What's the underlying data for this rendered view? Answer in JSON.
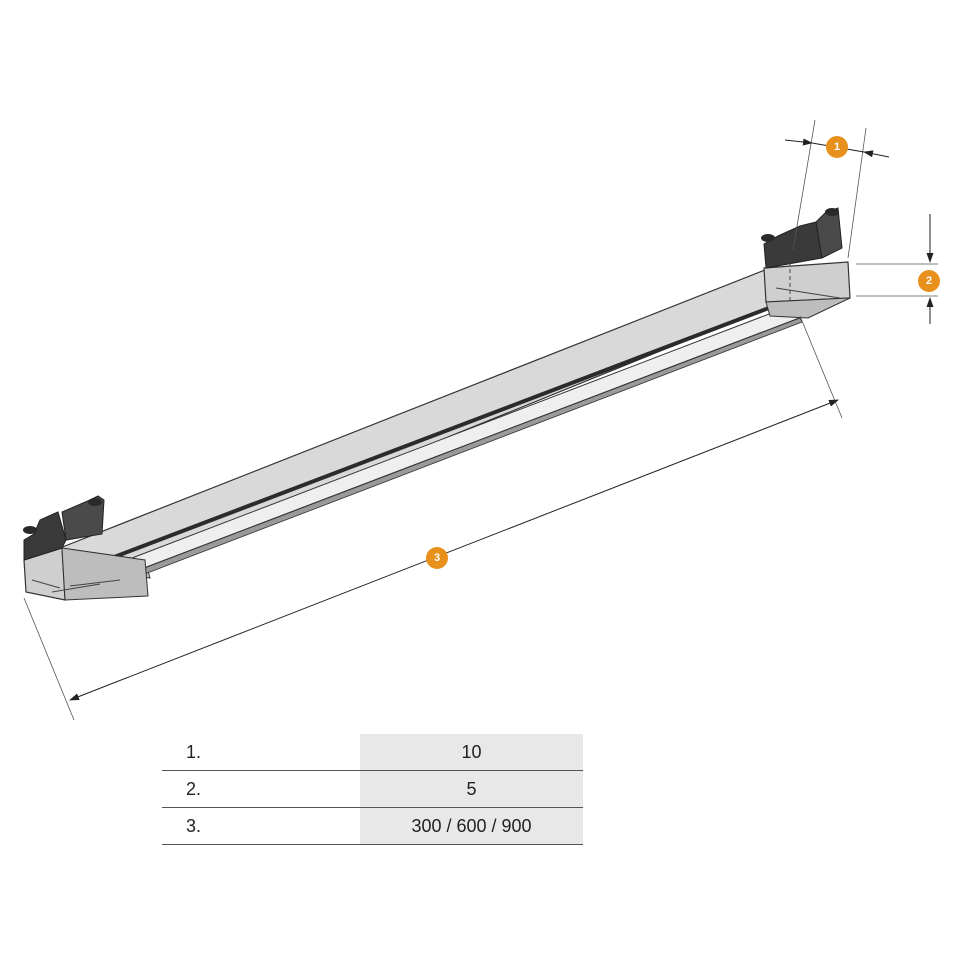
{
  "callouts": [
    {
      "id": "1"
    },
    {
      "id": "2"
    },
    {
      "id": "3"
    }
  ],
  "table": {
    "rows": [
      {
        "index": "1.",
        "value": "10"
      },
      {
        "index": "2.",
        "value": "5"
      },
      {
        "index": "3.",
        "value": "300 / 600 / 900"
      }
    ]
  },
  "colors": {
    "badge": "#e8901c",
    "rail_top": "#d9d9d9",
    "rail_front": "#c8c8c8",
    "bracket": "#3a3a3a",
    "line": "#333333"
  }
}
